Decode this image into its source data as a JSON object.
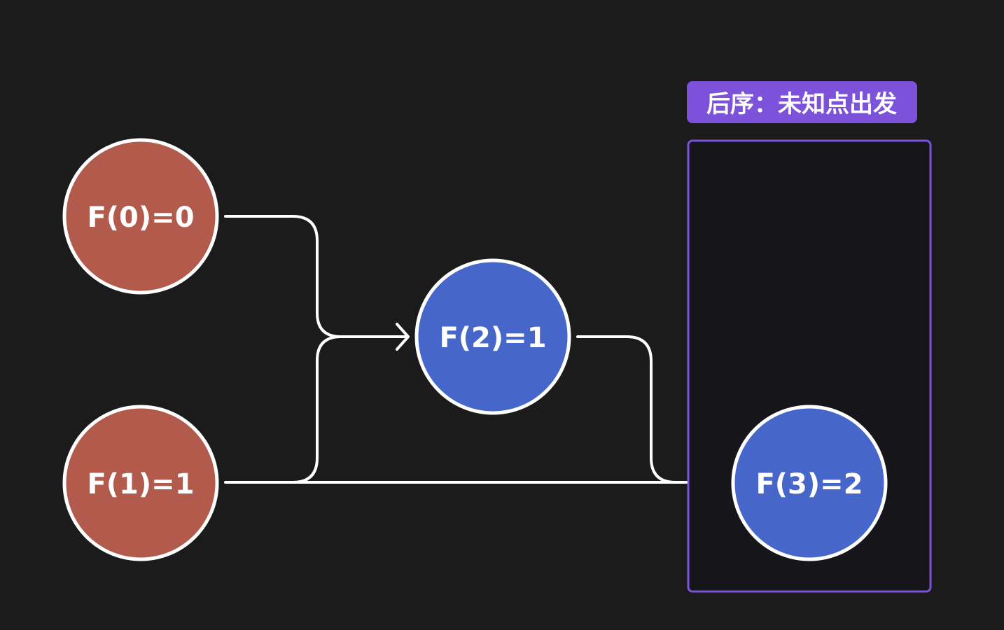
{
  "nodes": {
    "f0": {
      "label": "F(0)=0",
      "color": "#b25a4c"
    },
    "f1": {
      "label": "F(1)=1",
      "color": "#b25a4c"
    },
    "f2": {
      "label": "F(2)=1",
      "color": "#4766c9"
    },
    "f3": {
      "label": "F(3)=2",
      "color": "#4766c9"
    }
  },
  "highlight": {
    "label": "后序：未知点出发",
    "color": "#7b52d9"
  },
  "colors": {
    "background": "#1b1b1b",
    "edge": "#ffffff",
    "node_border": "#ffffff"
  }
}
